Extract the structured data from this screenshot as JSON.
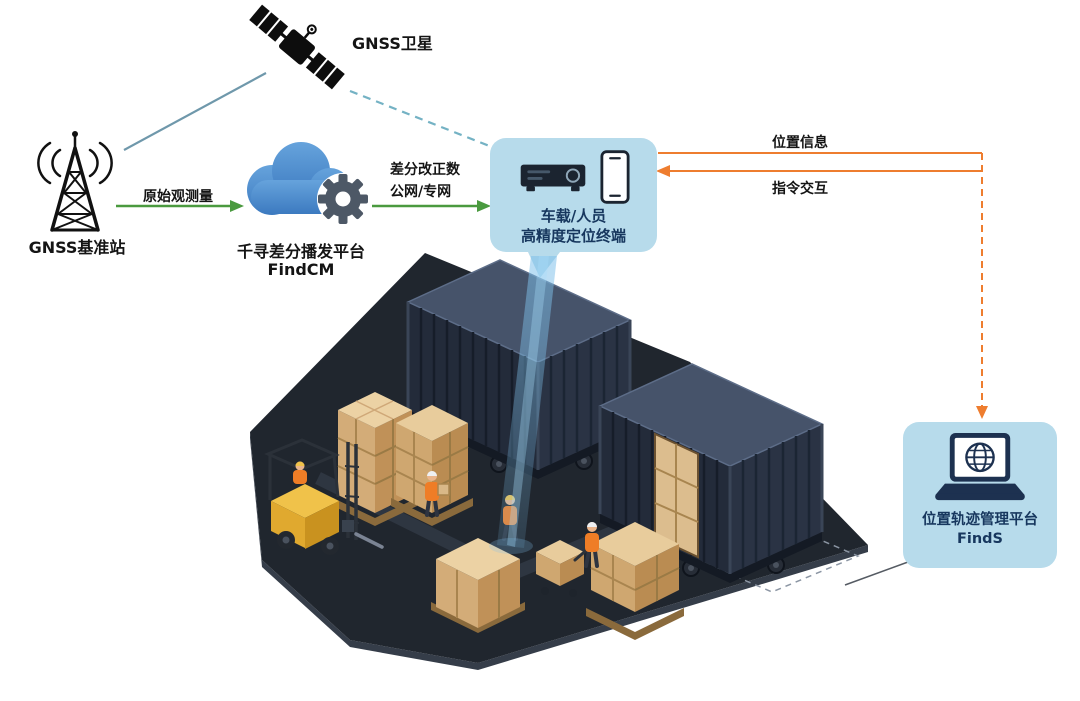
{
  "nodes": {
    "satellite": {
      "label": "GNSS卫星"
    },
    "base_station": {
      "label": "GNSS基准站"
    },
    "findcm": {
      "platform_name": "千寻差分播发平台",
      "product_name": "FindCM"
    },
    "terminal": {
      "label_line1": "车载/人员",
      "label_line2": "高精度定位终端"
    },
    "finds": {
      "platform_name": "位置轨迹管理平台",
      "product_name": "FindS"
    }
  },
  "edges": {
    "raw_observation": {
      "label": "原始观测量",
      "color": "#4a9a3f"
    },
    "correction": {
      "label_line1": "差分改正数",
      "label_line2": "公网/专网",
      "color": "#4a9a3f"
    },
    "satellite_to_base_station": {
      "color": "#6f98ab"
    },
    "satellite_to_terminal": {
      "color": "#74b2c4"
    },
    "location_info": {
      "label": "位置信息",
      "color": "#ee7d2f"
    },
    "command_interaction": {
      "label": "指令交互",
      "color": "#ee7d2f"
    }
  },
  "icons": {
    "satellite": "satellite-icon",
    "base_station": "radio-tower-icon",
    "findcm": "cloud-gear-icon",
    "terminal": [
      "gnss-receiver-icon",
      "smartphone-icon"
    ],
    "finds": "laptop-globe-icon"
  },
  "colors": {
    "bubble_bg": "#b7dbeb",
    "bubble_text": "#17375e",
    "label_text": "#141414",
    "green_arrow": "#4a9a3f",
    "orange_arrow": "#ee7d2f",
    "cloud_blue": "#4a86c8",
    "beam_blue": "#7ec0ea"
  }
}
